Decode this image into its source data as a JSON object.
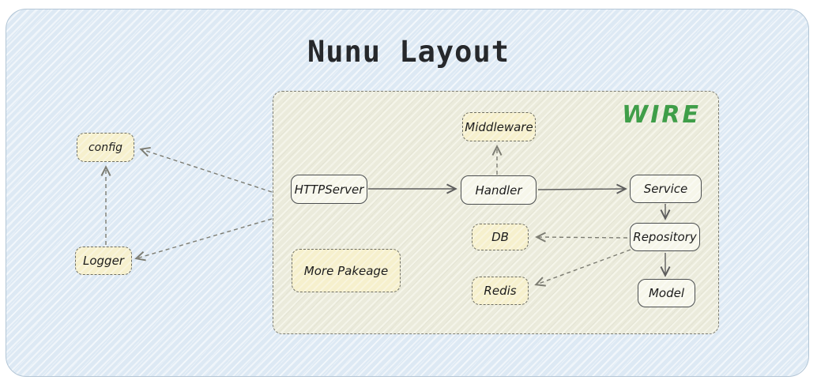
{
  "title": "Nunu Layout",
  "wire": {
    "label": "WIRE",
    "color": "#3f9e49"
  },
  "colors": {
    "board_background": "#dde9f4",
    "board_border": "#b3c6d6",
    "wire_container_fill": "#ebebdc",
    "dashed_node_fill": "#f6f0cd",
    "solid_node_fill": "#f6f6ea",
    "node_text": "#1c1c1c",
    "edge_solid": "#5d5d5d",
    "edge_dashed": "#7c7c72"
  },
  "nodes": {
    "config": {
      "label": "config",
      "style": "dashed"
    },
    "logger": {
      "label": "Logger",
      "style": "dashed"
    },
    "httpserver": {
      "label": "HTTPServer",
      "style": "solid"
    },
    "middleware": {
      "label": "Middleware",
      "style": "dashed"
    },
    "handler": {
      "label": "Handler",
      "style": "solid"
    },
    "service": {
      "label": "Service",
      "style": "solid"
    },
    "repository": {
      "label": "Repository",
      "style": "solid"
    },
    "db": {
      "label": "DB",
      "style": "dashed"
    },
    "redis": {
      "label": "Redis",
      "style": "dashed"
    },
    "model": {
      "label": "Model",
      "style": "solid"
    },
    "more_package": {
      "label": "More Pakeage",
      "style": "dashed"
    }
  },
  "edges": [
    {
      "from": "Logger",
      "to": "config",
      "line": "dashed"
    },
    {
      "from": "WIRE",
      "to": "config",
      "line": "dashed"
    },
    {
      "from": "WIRE",
      "to": "Logger",
      "line": "dashed"
    },
    {
      "from": "HTTPServer",
      "to": "Handler",
      "line": "solid"
    },
    {
      "from": "Handler",
      "to": "Middleware",
      "line": "dashed"
    },
    {
      "from": "Handler",
      "to": "Service",
      "line": "solid"
    },
    {
      "from": "Service",
      "to": "Repository",
      "line": "solid"
    },
    {
      "from": "Repository",
      "to": "DB",
      "line": "dashed"
    },
    {
      "from": "Repository",
      "to": "Redis",
      "line": "dashed"
    },
    {
      "from": "Repository",
      "to": "Model",
      "line": "solid"
    }
  ]
}
